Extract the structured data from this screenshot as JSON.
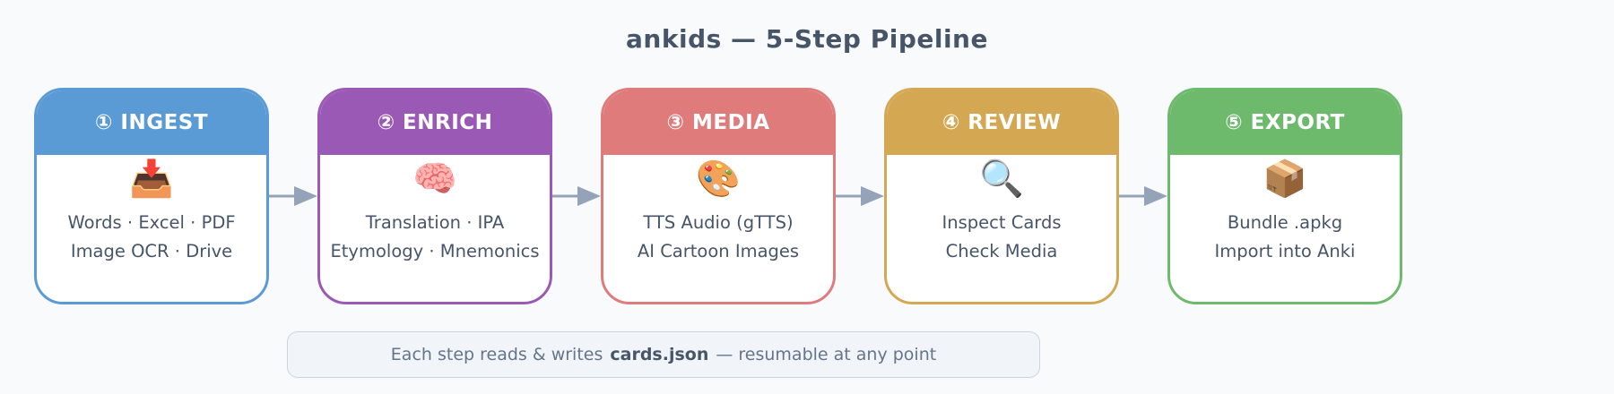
{
  "title": "ankids — 5-Step Pipeline",
  "steps": [
    {
      "header": "① INGEST",
      "icon": "📥",
      "icon_name": "inbox-tray-icon",
      "color": "#5b9bd5",
      "lines": [
        "Words · Excel · PDF",
        "Image OCR · Drive"
      ]
    },
    {
      "header": "② ENRICH",
      "icon": "🧠",
      "icon_name": "brain-icon",
      "color": "#9b59b6",
      "lines": [
        "Translation · IPA",
        "Etymology · Mnemonics"
      ]
    },
    {
      "header": "③ MEDIA",
      "icon": "🎨",
      "icon_name": "palette-icon",
      "color": "#e07b7b",
      "lines": [
        "TTS Audio (gTTS)",
        "AI Cartoon Images"
      ]
    },
    {
      "header": "④ REVIEW",
      "icon": "🔍",
      "icon_name": "magnifier-icon",
      "color": "#d4a853",
      "lines": [
        "Inspect Cards",
        "Check Media"
      ]
    },
    {
      "header": "⑤ EXPORT",
      "icon": "📦",
      "icon_name": "package-icon",
      "color": "#6dba6d",
      "lines": [
        "Bundle .apkg",
        "Import into Anki"
      ]
    }
  ],
  "arrow_color": "#94a3b8",
  "footer": {
    "prefix": "Each step reads & writes",
    "highlight": "cards.json",
    "suffix": "— resumable at any point"
  }
}
